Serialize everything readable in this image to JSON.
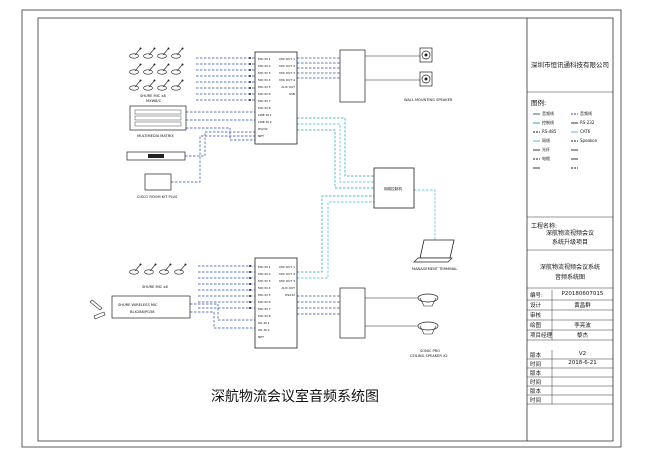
{
  "drawing_title": "深航物流会议室音频系统图",
  "company": "深圳市恒讯通科技有限公司",
  "legend": {
    "heading": "图例:",
    "items": [
      "音频线",
      "音频线",
      "控制线",
      "RS-232",
      "RS-485",
      "CAT6",
      "网线",
      "Speakon",
      "光纤",
      "",
      "电缆",
      "",
      "",
      ""
    ]
  },
  "project": {
    "label": "工程名称:",
    "name_line1": "深航物流视频会议",
    "name_line2": "系统升级项目",
    "drawing_line1": "深航物流视频会议系统",
    "drawing_line2": "音频系统图"
  },
  "title_block_rows": [
    {
      "key": "编号:",
      "value": "P20180607015"
    },
    {
      "key": "设计",
      "value": "黄昌群"
    },
    {
      "key": "审核",
      "value": ""
    },
    {
      "key": "绘图",
      "value": "李亮波"
    },
    {
      "key": "项目经理",
      "value": "黎杰"
    }
  ],
  "revision_rows": [
    {
      "key": "版本",
      "value": "V2"
    },
    {
      "key": "时间",
      "value": "2018-6-21"
    },
    {
      "key": "版本",
      "value": ""
    },
    {
      "key": "时间",
      "value": ""
    },
    {
      "key": "版本",
      "value": ""
    },
    {
      "key": "时间",
      "value": ""
    }
  ],
  "labels": {
    "mic_top": "SHURE MIC x8",
    "mic_top2": "MXW8/C",
    "multimedia_matrix": "MULTIMEDIA MATRIX",
    "cisco": "CISCO ROOM KIT PLUS",
    "wall_speaker": "WALL MOUNTING SPEAKER",
    "dsp_center": "网络控制机",
    "management_terminal": "MANAGEMENT TERMINAL",
    "mic_bottom": "SHURE MIC x8",
    "wireless_mic_line1": "SHURE WIRELESS MIC",
    "wireless_mic_line2": "BLX288/PG58",
    "ceiling_speaker_line1": "SONIC PRO",
    "ceiling_speaker_line2": "CEILING SPEAKER X2",
    "dsp_top_outputs": [
      "MIX OUT 1",
      "MIX OUT 2",
      "MIX OUT 3",
      "MIX OUT 4",
      "AUX OUT",
      "USB"
    ],
    "dsp_top_inputs": [
      "MIC IN 1",
      "MIC IN 2",
      "MIC IN 3",
      "MIC IN 4",
      "MIC IN 5",
      "MIC IN 6",
      "MIC IN 7",
      "MIC IN 8",
      "LINE IN 1",
      "LINE IN 2",
      "RS232",
      "NET"
    ],
    "dsp_bottom_outputs": [
      "MIX OUT 1",
      "MIX OUT 2",
      "MIX OUT 3",
      "AUX OUT",
      "RS232"
    ],
    "dsp_bottom_inputs": [
      "MIC IN 1",
      "MIC IN 2",
      "MIC IN 3",
      "MIC IN 4",
      "MIC IN 5",
      "MIC IN 6",
      "MIC IN 7",
      "MIC IN 8",
      "WL IN 1",
      "WL IN 2",
      "NET"
    ]
  },
  "colors": {
    "audio": "#2b4fa0",
    "control": "#16a0b0",
    "network": "#3bb8d6",
    "ink": "#111111"
  }
}
